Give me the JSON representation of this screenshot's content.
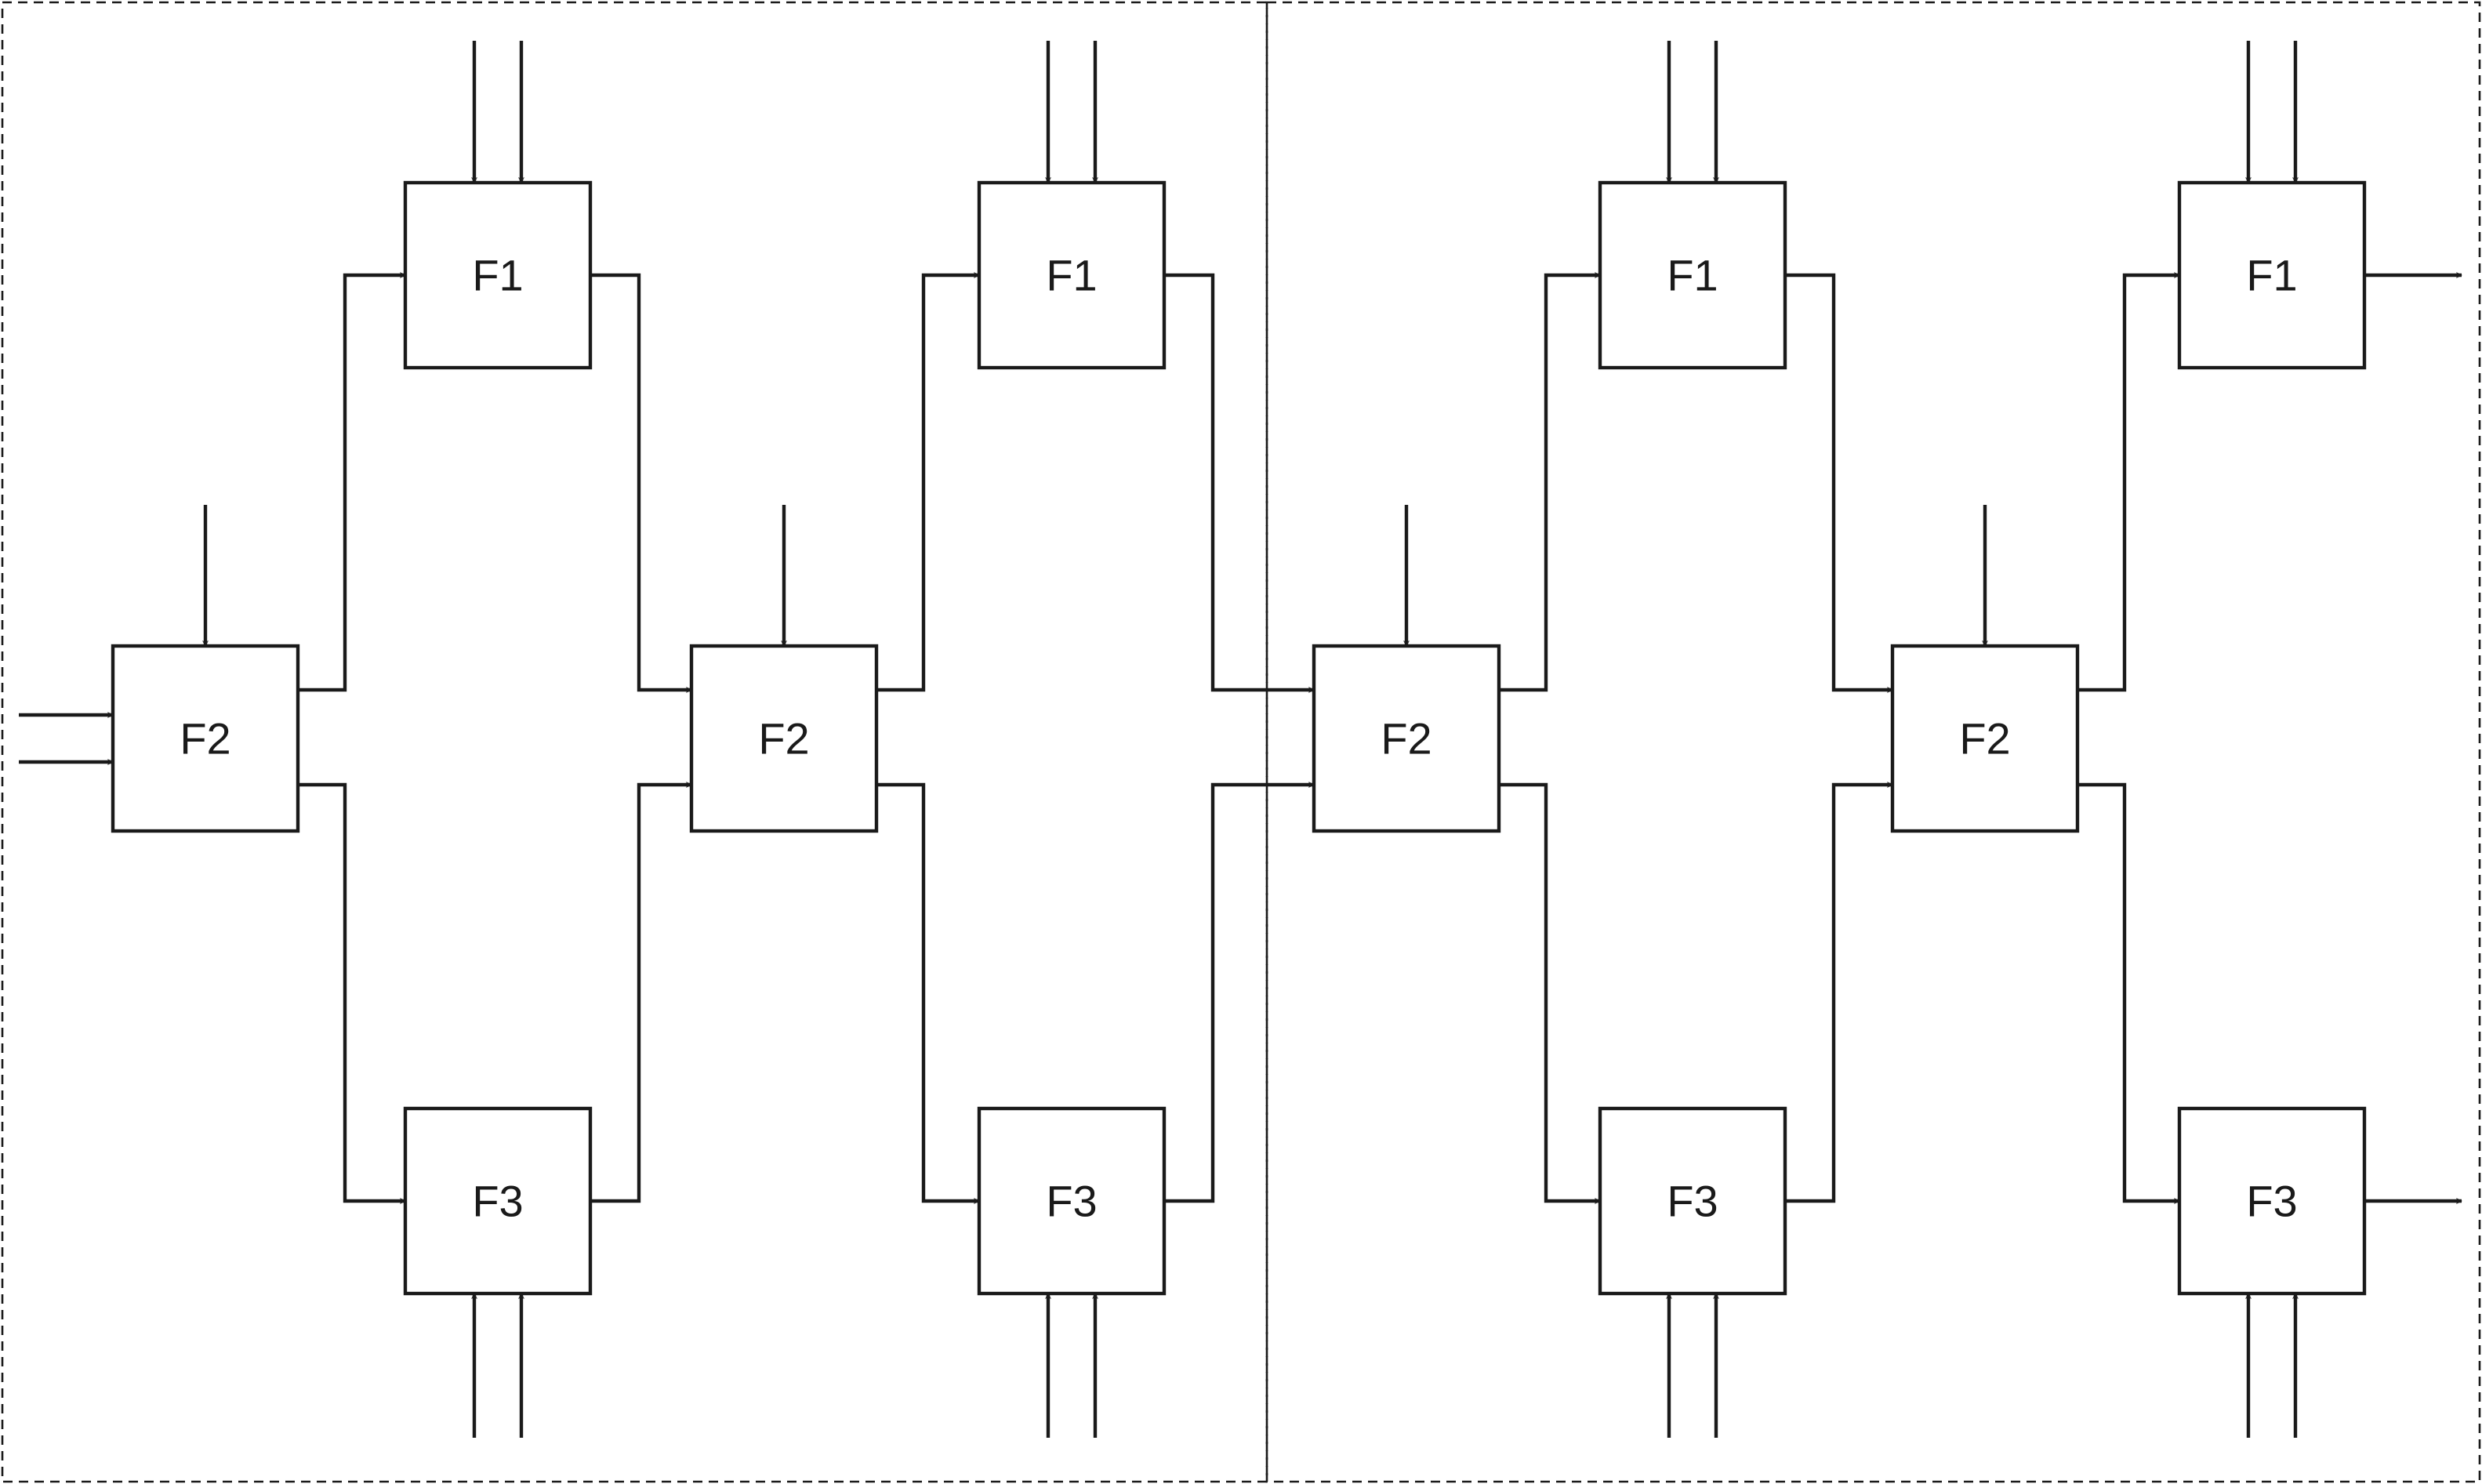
{
  "stages": [
    {
      "f2": {
        "label": "F2"
      },
      "f1": {
        "label": "F1"
      },
      "f3": {
        "label": "F3"
      }
    },
    {
      "f2": {
        "label": "F2"
      },
      "f1": {
        "label": "F1"
      },
      "f3": {
        "label": "F3"
      }
    },
    {
      "f2": {
        "label": "F2"
      },
      "f1": {
        "label": "F1"
      },
      "f3": {
        "label": "F3"
      }
    },
    {
      "f2": {
        "label": "F2"
      },
      "f1": {
        "label": "F1"
      },
      "f3": {
        "label": "F3"
      }
    }
  ],
  "style": {
    "line_color": "#1a1a1a",
    "background": "#ffffff"
  }
}
